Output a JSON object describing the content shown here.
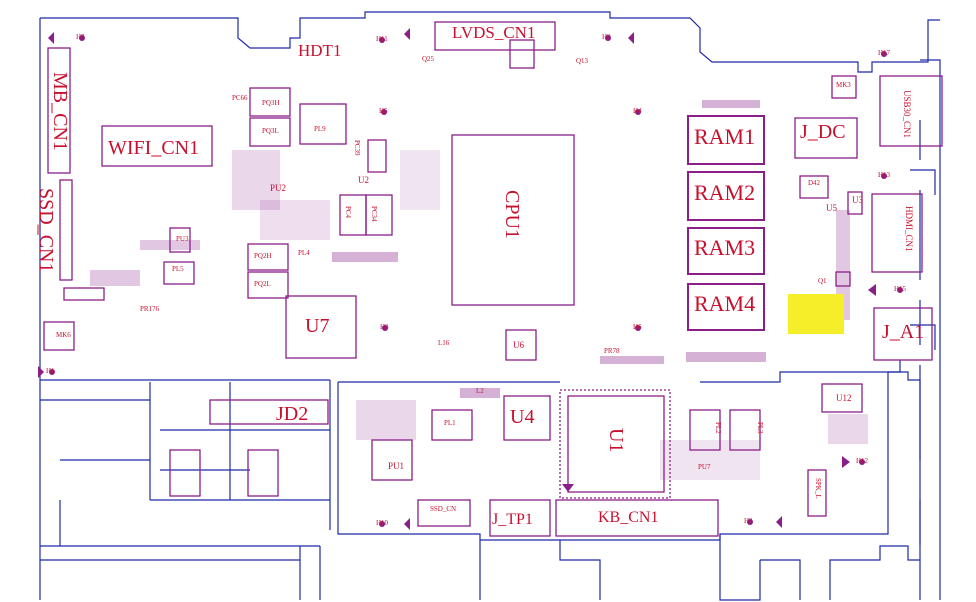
{
  "colors": {
    "outline": "#1f2aa8",
    "component": "#8a1f8a",
    "label": "#c8102e",
    "highlight": "#f7ee2a"
  },
  "labels": {
    "mb_cn1": "MB_CN1",
    "ssd_cn1": "SSD_CN1",
    "wifi_cn1": "WIFI_CN1",
    "hdt1": "HDT1",
    "lvds_cn1": "LVDS_CN1",
    "cpu1": "CPU1",
    "ram1": "RAM1",
    "ram2": "RAM2",
    "ram3": "RAM3",
    "ram4": "RAM4",
    "j_dc": "J_DC",
    "j_a1": "J_A1",
    "u7": "U7",
    "u4": "U4",
    "u1": "U1",
    "u12": "U12",
    "jd2": "JD2",
    "j_tp1": "J_TP1",
    "kb_cn1": "KB_CN1",
    "usb30_cn1": "USB30_CN1",
    "hdmi_cn1": "HDMI_CN1",
    "u6": "U6",
    "u5": "U5",
    "u2": "U2",
    "u3": "U3",
    "pu1": "PU1",
    "pu2": "PU2",
    "pq3h": "PQ3H",
    "pq3l": "PQ3L",
    "pq2h": "PQ2H",
    "pq2l": "PQ2L",
    "pl9": "PL9",
    "pl4": "PL4",
    "pl5": "PL5",
    "pl1": "PL1",
    "pl3": "PL3",
    "pl2": "PL2",
    "pc66": "PC66",
    "pc39": "PC39",
    "pc4": "PC4",
    "pc34": "PC34",
    "pu3": "PU3",
    "pu7": "PU7",
    "pr176": "PR176",
    "pr78": "PR78",
    "mk3": "MK3",
    "mk6": "MK6",
    "h1": "H1",
    "h3": "H3",
    "h4": "H4",
    "h5": "H5",
    "h6": "H6",
    "h7": "H7",
    "h8": "H8",
    "h9": "H9",
    "h10": "H10",
    "h11": "H11",
    "h12": "H12",
    "h13": "H13",
    "h14": "H14",
    "h15": "H15",
    "h16": "H16",
    "h17": "H17",
    "q1": "Q1",
    "d42": "D42",
    "spk_l": "SPK_L",
    "ssd_cn": "SSD_CN",
    "q25": "Q25",
    "q13": "Q13",
    "l16": "L16",
    "l2": "L2"
  }
}
